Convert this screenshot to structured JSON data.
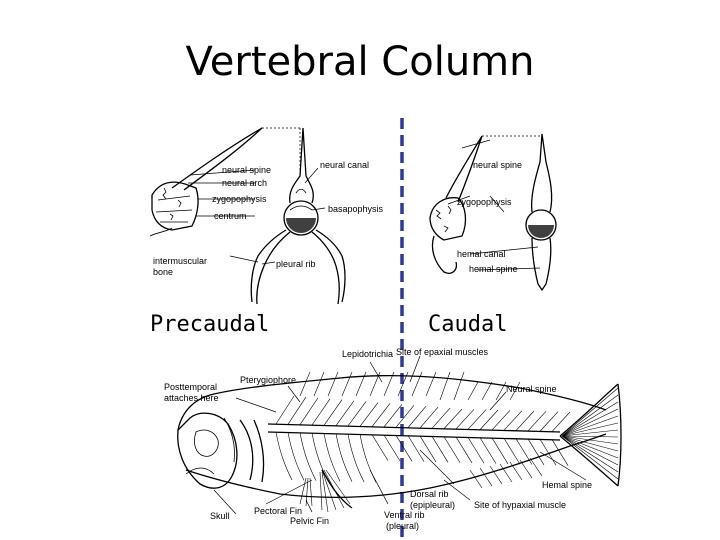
{
  "title": "Vertebral Column",
  "sections": {
    "precaudal": "Precaudal",
    "caudal": "Caudal"
  },
  "precaudal_labels": {
    "neural_spine": "neural spine",
    "neural_arch": "neural arch",
    "zygopophysis": "zygopophysis",
    "centrum": "centrum",
    "neural_canal": "neural canal",
    "basapophysis": "basapophysis",
    "intermuscular_bone_1": "intermuscular",
    "intermuscular_bone_2": "bone",
    "pleural_rib": "pleural rib"
  },
  "caudal_labels": {
    "neural_spine": "neural spine",
    "zygopophysis": "zygopophysis",
    "hemal_canal": "hemal canal",
    "hemal_spine": "hemal spine"
  },
  "skeleton_labels": {
    "lepidotrichia": "Lepidotrichia",
    "site_epaxial": "Site of epaxial muscles",
    "posttemporal_1": "Posttemporal",
    "posttemporal_2": "attaches here",
    "pterygiophore": "Pterygiophore",
    "neural_spine": "Neural spine",
    "hemal_spine": "Hemal spine",
    "dorsal_rib_1": "Dorsal rib",
    "dorsal_rib_2": "(epipleural)",
    "site_hypaxial": "Site of hypaxial muscle",
    "ventral_rib_1": "Ventral rib",
    "ventral_rib_2": "(pleural)",
    "skull": "Skull",
    "pectoral_fin": "Pectoral Fin",
    "pelvic_fin": "Pelvic Fin"
  },
  "colors": {
    "divider": "#2b3aa0",
    "ink": "#000000"
  }
}
